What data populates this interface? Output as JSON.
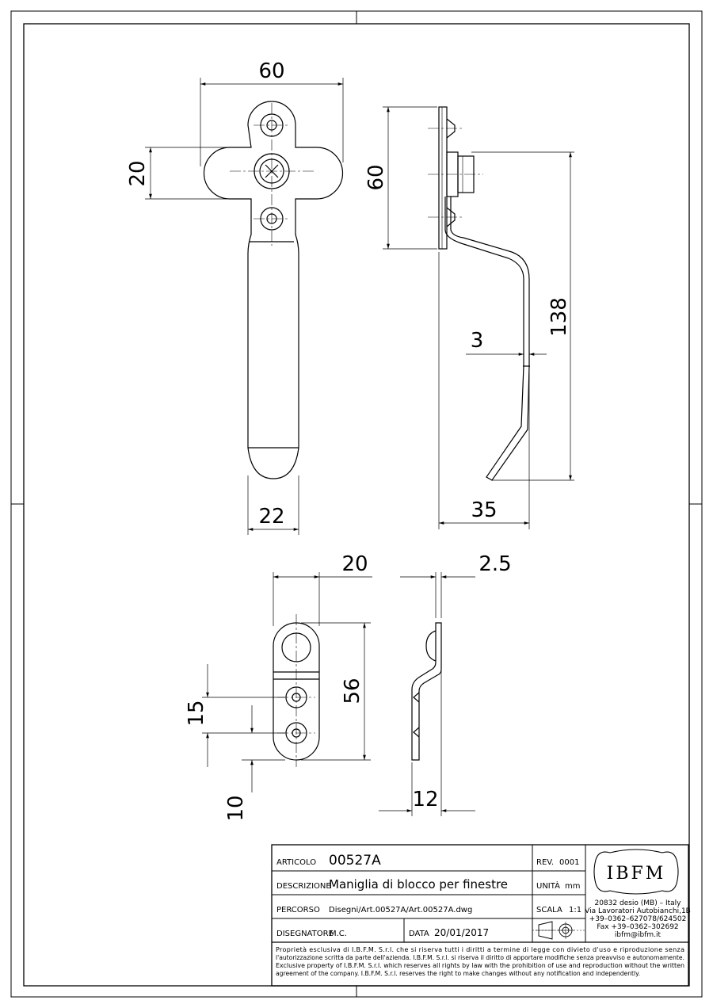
{
  "dimensions": {
    "handle_width": "60",
    "handle_arm_height": "20",
    "handle_grip_width": "22",
    "side_plate_height": "60",
    "side_total_height": "138",
    "side_thickness": "3",
    "side_depth": "35",
    "keeper_width": "20",
    "keeper_thickness": "2.5",
    "keeper_height": "56",
    "keeper_hole_spacing": "15",
    "keeper_bottom_offset": "10",
    "keeper_depth": "12"
  },
  "title_block": {
    "articolo_label": "ARTICOLO",
    "articolo_value": "00527A",
    "rev_label": "REV.",
    "rev_value": "0001",
    "descrizione_label": "DESCRIZIONE",
    "descrizione_value": "Maniglia di blocco per finestre",
    "unita_label": "UNITÀ",
    "unita_value": "mm",
    "percorso_label": "PERCORSO",
    "percorso_value": "Disegni/Art.00527A/Art.00527A.dwg",
    "scala_label": "SCALA",
    "scala_value": "1:1",
    "disegnatore_label": "DISEGNATORE",
    "disegnatore_value": "M.C.",
    "data_label": "DATA",
    "data_value": "20/01/2017"
  },
  "company": {
    "logo_text": "IBFM",
    "address_1": "20832 desio (MB) – Italy",
    "address_2": "Via Lavoratori Autobianchi,1B",
    "phone": "+39–0362–627078/624502",
    "fax": "Fax +39–0362–302692",
    "email": "ibfm@ibfm.it"
  },
  "notes": {
    "line_1": "Proprietà esclusiva di I.B.F.M. S.r.l. che si riserva tutti i diritti a termine di legge con divieto d'uso e riproduzione senza",
    "line_2": "l'autorizzazione scritta da parte dell'azienda. I.B.F.M. S.r.l. si riserva il diritto di apportare modifiche senza preavviso e autonomamente.",
    "line_3": "Exclusive property of I.B.F.M. S.r.l. which reserves all rights by law with the prohibition of use and reproduction without the written",
    "line_4": "agreement of the company. I.B.F.M. S.r.l. reserves the right to make changes without any notification and independently."
  }
}
